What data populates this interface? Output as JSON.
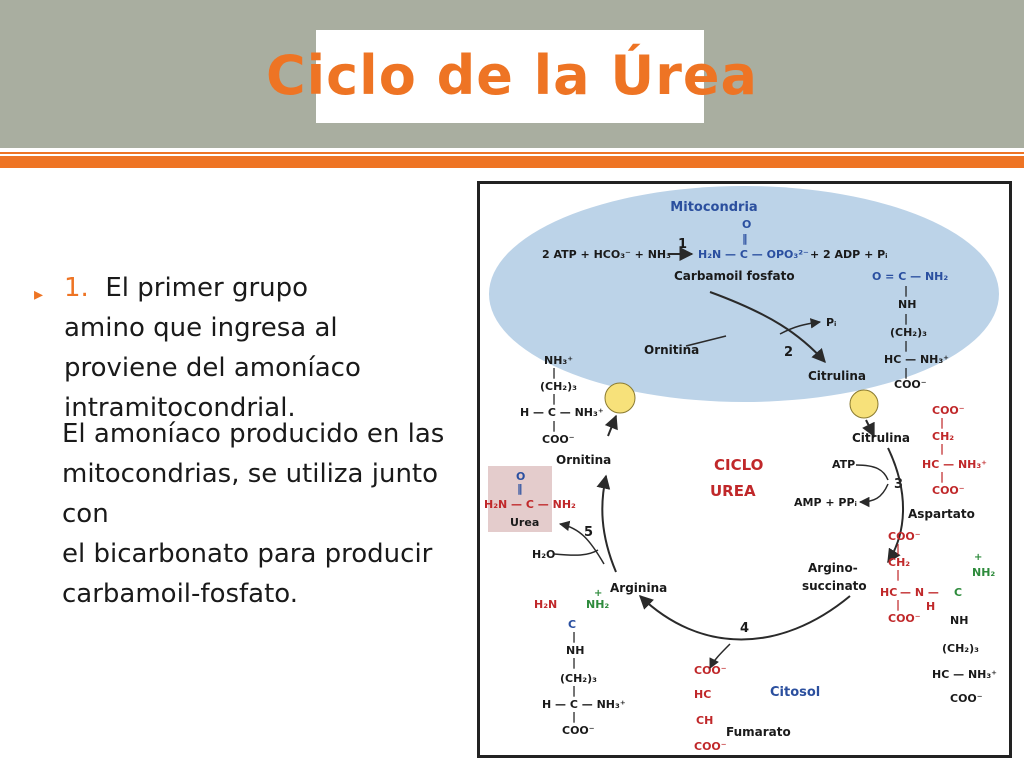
{
  "slide": {
    "title": "Ciclo de la Úrea",
    "bullet_number": "1.",
    "bullet_lines": [
      "El primer grupo",
      "amino que ingresa al",
      "proviene del amoníaco",
      "intramitocondrial."
    ],
    "paragraph_lines": [
      "El amoníaco producido en las",
      "mitocondrias, se utiliza junto",
      "con",
      "el bicarbonato para producir",
      "carbamoil-fosfato."
    ]
  },
  "diagram": {
    "mito_label": "Mitocondria",
    "step1_reaction": "2 ATP + HCO₃⁻ + NH₃",
    "step1_products": "+ 2 ADP + Pᵢ",
    "carbamoyl_phosphate": "Carbamoil  fosfato",
    "ornithine": "Ornitina",
    "citrulline": "Citrulina",
    "pi": "Pᵢ",
    "center_label_line1": "CICLO",
    "center_label_line2": "UREA",
    "atp": "ATP",
    "amp_ppi": "AMP + PPᵢ",
    "aspartate": "Aspartato",
    "argininosuccinate_line1": "Argino-",
    "argininosuccinate_line2": "succinato",
    "arginine": "Arginina",
    "fumarate": "Fumarato",
    "cytosol": "Citosol",
    "urea": "Urea",
    "h2o": "H₂O",
    "steps": [
      "1",
      "2",
      "3",
      "4",
      "5"
    ],
    "chem": {
      "o": "O",
      "eq": "‖",
      "bar": "|",
      "h2n_c_opo3": "H₂N — C — OPO₃²⁻",
      "o_c_nh2": "O = C — NH₂",
      "nh": "NH",
      "ch2_3": "(CH₂)₃",
      "hc_nh3": "HC — NH₃⁺",
      "h_c_nh3": "H — C — NH₃⁺",
      "coo": "COO⁻",
      "ch2": "CH₂",
      "hc": "HC",
      "ch": "CH",
      "nh3": "NH₃⁺",
      "h2n": "H₂N",
      "nh2": "NH₂",
      "nh2plus": "NH₂",
      "plus": "+",
      "c": "C",
      "n": "N",
      "h": "H",
      "h2n_c_nh2": "H₂N — C — NH₂",
      "dash_n_dash": "— N —"
    },
    "colors": {
      "mito_fill": "#bcd3e8",
      "arrow": "#2a2a2a",
      "red": "#c0282a",
      "green": "#2e8b3c",
      "blue": "#2a4fa0",
      "label_blue": "#2b4f9e",
      "center_red": "#c0282a",
      "carrier_fill": "#f7e17a",
      "urea_box": "#e4cccc"
    }
  }
}
